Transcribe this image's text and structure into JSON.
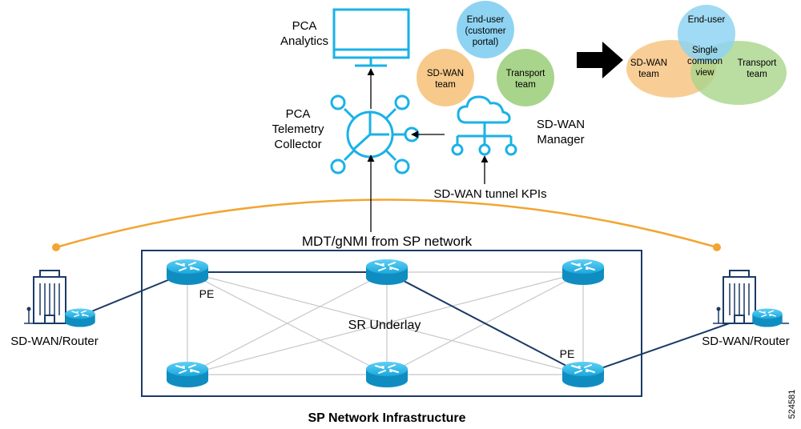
{
  "analytics": {
    "line1": "PCA",
    "line2": "Analytics"
  },
  "collector": {
    "line1": "PCA",
    "line2": "Telemetry",
    "line3": "Collector"
  },
  "manager": {
    "line1": "SD-WAN",
    "line2": "Manager"
  },
  "tunnel_kpis": "SD-WAN tunnel KPIs",
  "mdt_label": "MDT/gNMI from SP network",
  "underlay_label": "SR Underlay",
  "pe_label": "PE",
  "site_label": "SD-WAN/Router",
  "infra_label": "SP Network Infrastructure",
  "figure_id": "524581",
  "teams_left": {
    "end_user": {
      "line1": "End-user",
      "line2": "(customer",
      "line3": "portal)"
    },
    "sdwan": {
      "line1": "SD-WAN",
      "line2": "team"
    },
    "transport": {
      "line1": "Transport",
      "line2": "team"
    }
  },
  "teams_right": {
    "end_user": "End-user",
    "sdwan": {
      "line1": "SD-WAN",
      "line2": "team"
    },
    "common": {
      "line1": "Single",
      "line2": "common",
      "line3": "view"
    },
    "transport": {
      "line1": "Transport",
      "line2": "team"
    }
  },
  "colors": {
    "accent": "#1ab2e6",
    "navy": "#1b3a66",
    "orange_arc": "#f2a531",
    "circle_blue": "#8fd3f2",
    "circle_orange": "#f7c98b",
    "circle_green": "#a9d48b",
    "mesh_gray": "#c8c8c8"
  }
}
